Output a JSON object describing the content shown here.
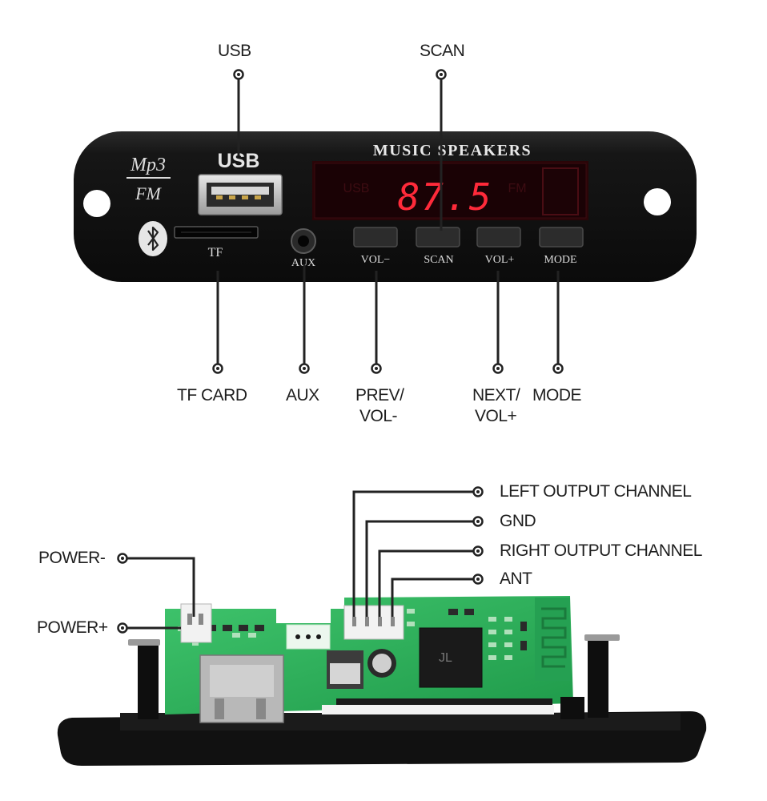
{
  "top_labels": {
    "usb": "USB",
    "scan": "SCAN",
    "tf_card": "TF CARD",
    "aux": "AUX",
    "prev_line1": "PREV/",
    "prev_line2": "VOL-",
    "next_line1": "NEXT/",
    "next_line2": "VOL+",
    "mode": "MODE"
  },
  "panel": {
    "brand_line1": "Mp3",
    "brand_line2": "FM",
    "usb_text": "USB",
    "title": "MUSIC SPEAKERS",
    "display_value": "87.5",
    "display_dim_left": "USB",
    "display_dim_right": "FM",
    "tf_text": "TF",
    "aux_text": "AUX",
    "buttons": [
      "VOL−",
      "SCAN",
      "VOL+",
      "MODE"
    ],
    "bluetooth_icon": "bluetooth-icon"
  },
  "bottom_labels": {
    "left_output": "LEFT OUTPUT CHANNEL",
    "gnd": "GND",
    "right_output": "RIGHT OUTPUT CHANNEL",
    "ant": "ANT",
    "power_minus": "POWER-",
    "power_plus": "POWER+"
  },
  "colors": {
    "panel": "#141414",
    "display_red": "#ff2a3a",
    "pcb_green": "#2fae5a",
    "lead": "#222222"
  }
}
